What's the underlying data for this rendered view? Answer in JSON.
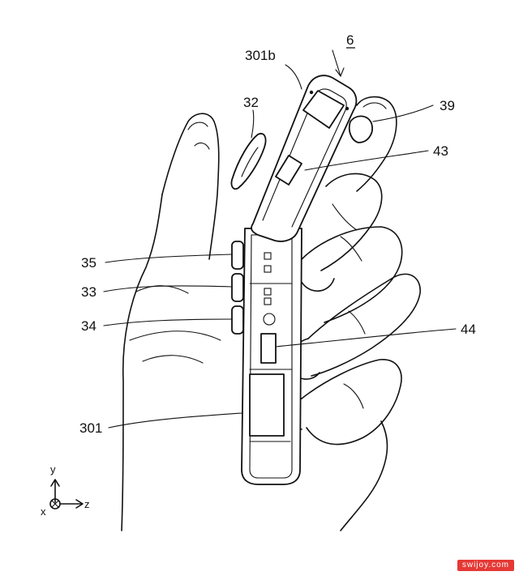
{
  "figure": {
    "device_ref": "6",
    "labels": {
      "l301b": "301b",
      "l32": "32",
      "l39": "39",
      "l43": "43",
      "l35": "35",
      "l33": "33",
      "l34": "34",
      "l44": "44",
      "l301": "301"
    },
    "axes": {
      "y": "y",
      "x": "x",
      "z": "z"
    }
  },
  "watermark": "swijoy.com"
}
